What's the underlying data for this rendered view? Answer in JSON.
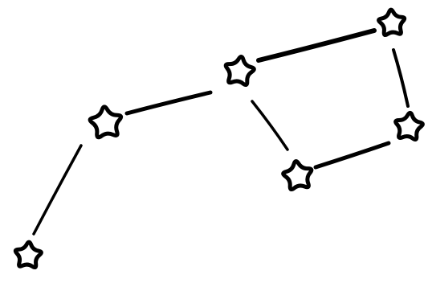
{
  "constellation": {
    "stars": [
      {
        "id": "star-1"
      },
      {
        "id": "star-2"
      },
      {
        "id": "star-3"
      },
      {
        "id": "star-4"
      },
      {
        "id": "star-5"
      },
      {
        "id": "star-6"
      },
      {
        "id": "star-7"
      }
    ],
    "connections": [
      [
        "star-1",
        "star-2"
      ],
      [
        "star-2",
        "star-3"
      ],
      [
        "star-3",
        "star-4"
      ],
      [
        "star-4",
        "star-5"
      ],
      [
        "star-5",
        "star-6"
      ],
      [
        "star-6",
        "star-3"
      ]
    ],
    "colors": {
      "ink": "#000000",
      "star_fill": "#ffffff",
      "background": "#ffffff"
    }
  }
}
